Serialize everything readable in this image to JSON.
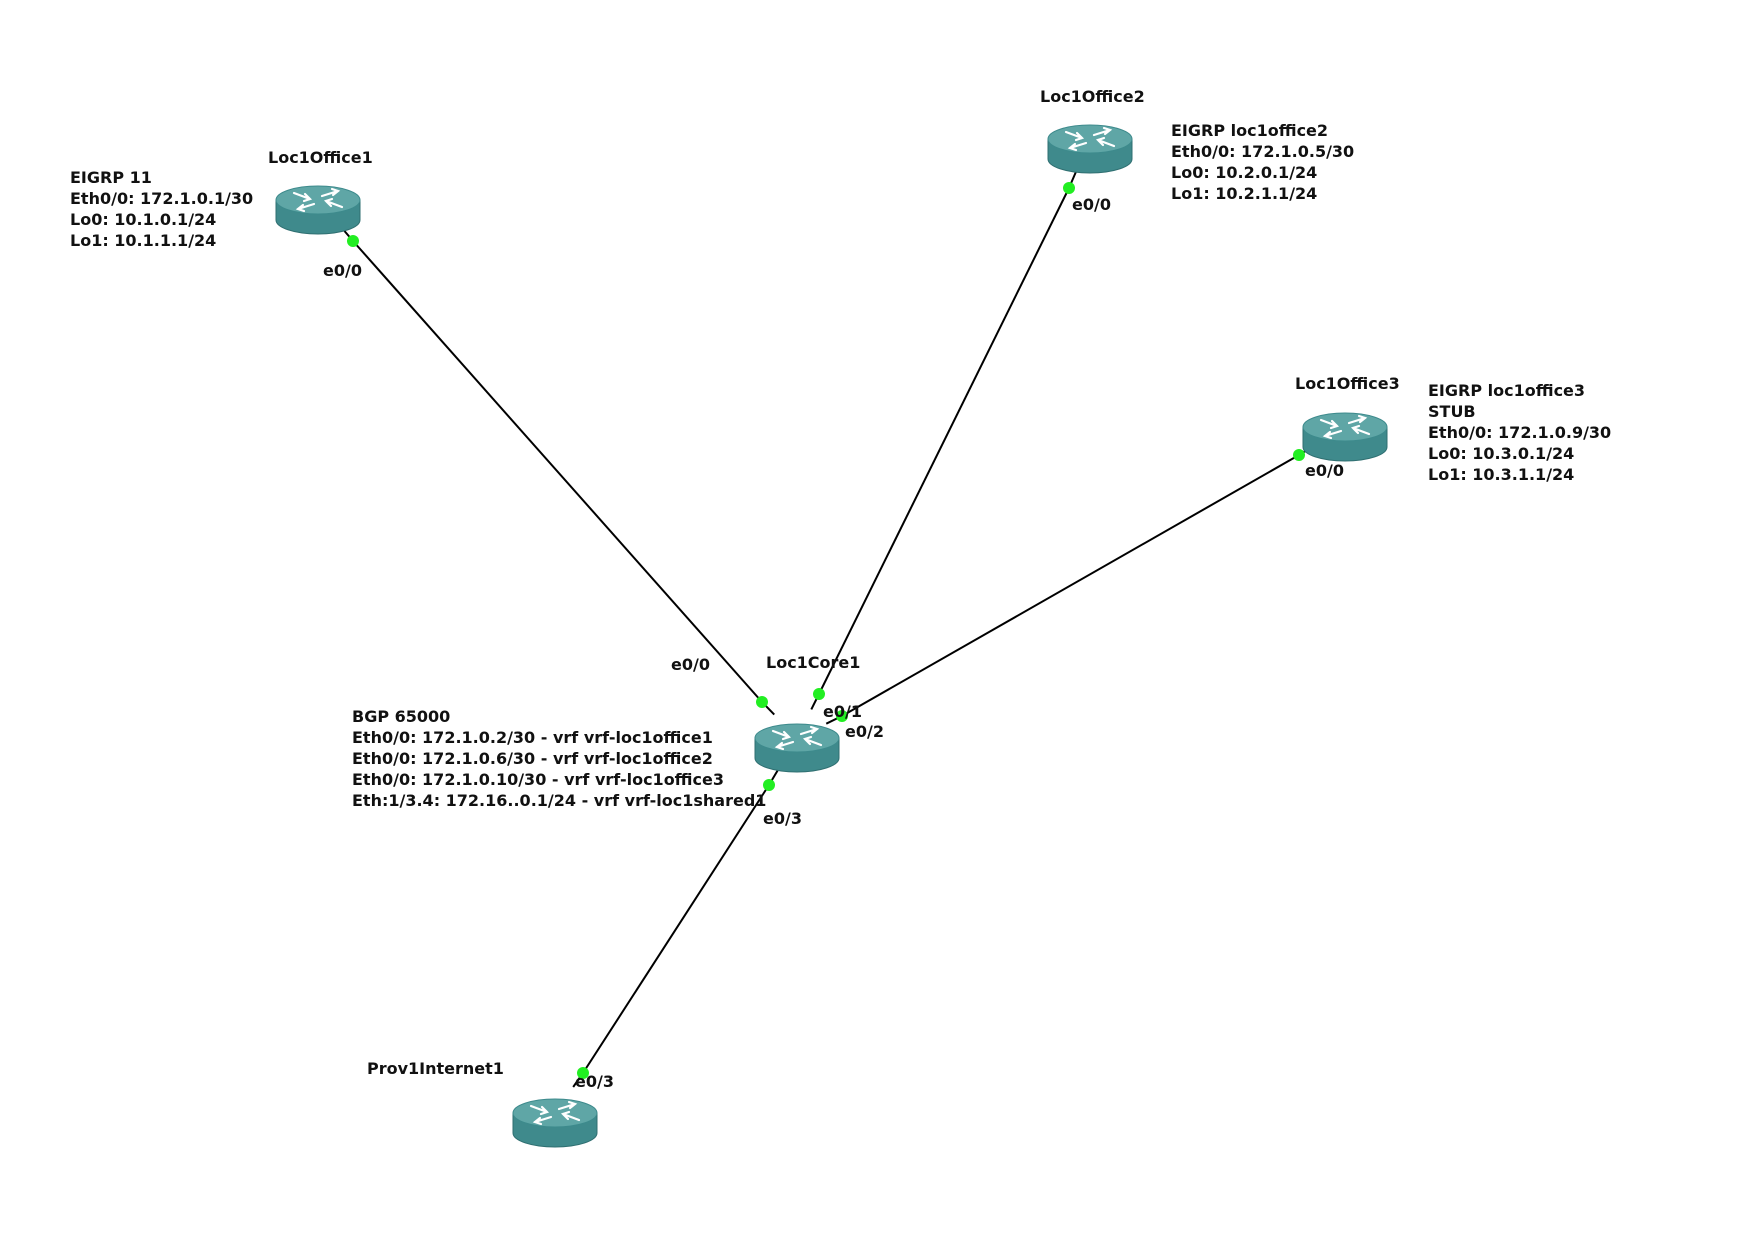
{
  "colors": {
    "router_top": "#5fa6a6",
    "router_side": "#3f8a8c",
    "router_arrow": "#ffffff",
    "link": "#000000",
    "port_dot": "#22ee22"
  },
  "routers": [
    {
      "id": "loc1office1",
      "name": "Loc1Office1",
      "icon": "router-icon"
    },
    {
      "id": "loc1office2",
      "name": "Loc1Office2",
      "icon": "router-icon"
    },
    {
      "id": "loc1office3",
      "name": "Loc1Office3",
      "icon": "router-icon"
    },
    {
      "id": "loc1core1",
      "name": "Loc1Core1",
      "icon": "router-icon"
    },
    {
      "id": "prov1internet1",
      "name": "Prov1Internet1",
      "icon": "router-icon"
    }
  ],
  "links": [
    {
      "from": "loc1office1",
      "from_port": "e0/0",
      "to": "loc1core1",
      "to_port": "e0/0"
    },
    {
      "from": "loc1office2",
      "from_port": "e0/0",
      "to": "loc1core1",
      "to_port": "e0/1"
    },
    {
      "from": "loc1office3",
      "from_port": "e0/0",
      "to": "loc1core1",
      "to_port": "e0/2"
    },
    {
      "from": "loc1core1",
      "from_port": "e0/3",
      "to": "prov1internet1",
      "to_port": "e0/3"
    }
  ],
  "notes": {
    "loc1office1": [
      "EIGRP 11",
      "Eth0/0: 172.1.0.1/30",
      "Lo0: 10.1.0.1/24",
      "Lo1: 10.1.1.1/24"
    ],
    "loc1office2": [
      "EIGRP loc1office2",
      "Eth0/0: 172.1.0.5/30",
      "Lo0: 10.2.0.1/24",
      "Lo1: 10.2.1.1/24"
    ],
    "loc1office3": [
      "EIGRP loc1office3",
      "STUB",
      "Eth0/0: 172.1.0.9/30",
      "Lo0: 10.3.0.1/24",
      "Lo1: 10.3.1.1/24"
    ],
    "loc1core1": [
      "BGP 65000",
      "Eth0/0: 172.1.0.2/30 - vrf vrf-loc1office1",
      "Eth0/0: 172.1.0.6/30 - vrf vrf-loc1office2",
      "Eth0/0: 172.1.0.10/30 - vrf vrf-loc1office3",
      "Eth:1/3.4: 172.16..0.1/24 - vrf vrf-loc1shared1"
    ]
  }
}
